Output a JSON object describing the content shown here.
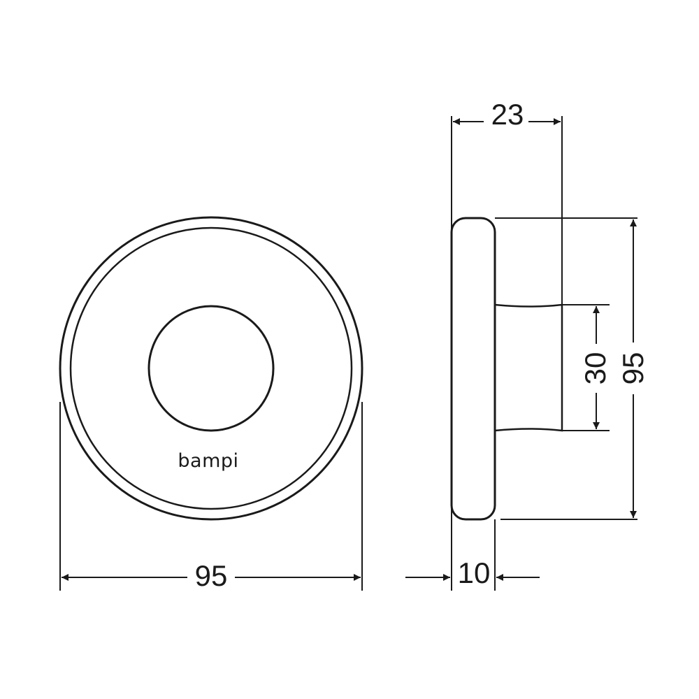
{
  "brand": "bampi",
  "dimensions": {
    "front_diameter": "95",
    "side_depth_total": "23",
    "side_plate_thickness": "10",
    "side_hub_diameter": "30",
    "side_height": "95"
  }
}
